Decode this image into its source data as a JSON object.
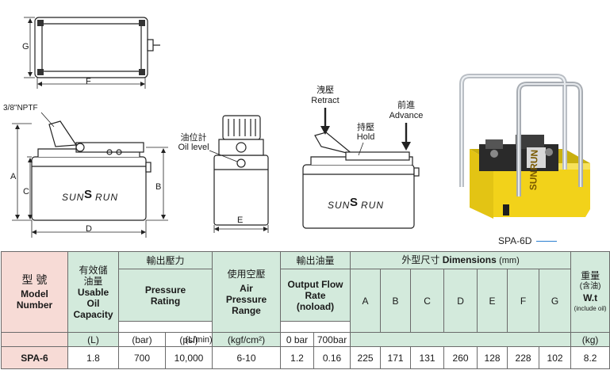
{
  "drawing_labels": {
    "g": "G",
    "f": "F",
    "nptf": "3/8\"NPTF",
    "a": "A",
    "b": "B",
    "c": "C",
    "d": "D",
    "e": "E",
    "oil_level_zh": "油位計",
    "oil_level_en": "Oil level",
    "retract_zh": "洩壓",
    "retract_en": "Retract",
    "hold_zh": "持壓",
    "hold_en": "Hold",
    "advance_zh": "前進",
    "advance_en": "Advance",
    "brand_left": "SUN",
    "brand_right": "RUN",
    "photo_brand": "SUNRUN"
  },
  "photo_caption": "SPA-6D",
  "table": {
    "headers": {
      "model_zh": "型 號",
      "model_en": "Model Number",
      "capacity_zh": "有效儲油量",
      "capacity_en": "Usable Oil Capacity",
      "capacity_unit": "(L)",
      "pressure_zh": "輸出壓力",
      "pressure_en": "Pressure Rating",
      "pressure_unit_bar": "(bar)",
      "pressure_unit_psi": "(psi)",
      "air_zh": "使用空壓",
      "air_en": "Air Pressure Range",
      "air_unit": "(kgf/cm²)",
      "flow_zh": "輸出油量",
      "flow_en": "Output Flow Rate (noload)",
      "flow_unit": "(L/min)",
      "flow_sub_0": "0 bar",
      "flow_sub_700": "700bar",
      "dims_zh": "外型尺寸",
      "dims_en": "Dimensions",
      "dims_unit": "(mm)",
      "dim_cols": [
        "A",
        "B",
        "C",
        "D",
        "E",
        "F",
        "G"
      ],
      "weight_zh": "重量",
      "weight_zh2": "(含油)",
      "weight_en": "W.t",
      "weight_include": "(include oil)",
      "weight_unit": "(kg)"
    },
    "rows": [
      {
        "model": "SPA-6",
        "capacity": "1.8",
        "bar": "700",
        "psi": "10,000",
        "air": "6-10",
        "flow0": "1.2",
        "flow700": "0.16",
        "dims": [
          "225",
          "171",
          "131",
          "260",
          "128",
          "228",
          "102"
        ],
        "weight": "8.2"
      }
    ]
  },
  "colors": {
    "header_green": "#d3eadc",
    "model_pink": "#f7dbd6",
    "pump_yellow": "#f2d21a",
    "caption_line": "#2a7fd0"
  }
}
